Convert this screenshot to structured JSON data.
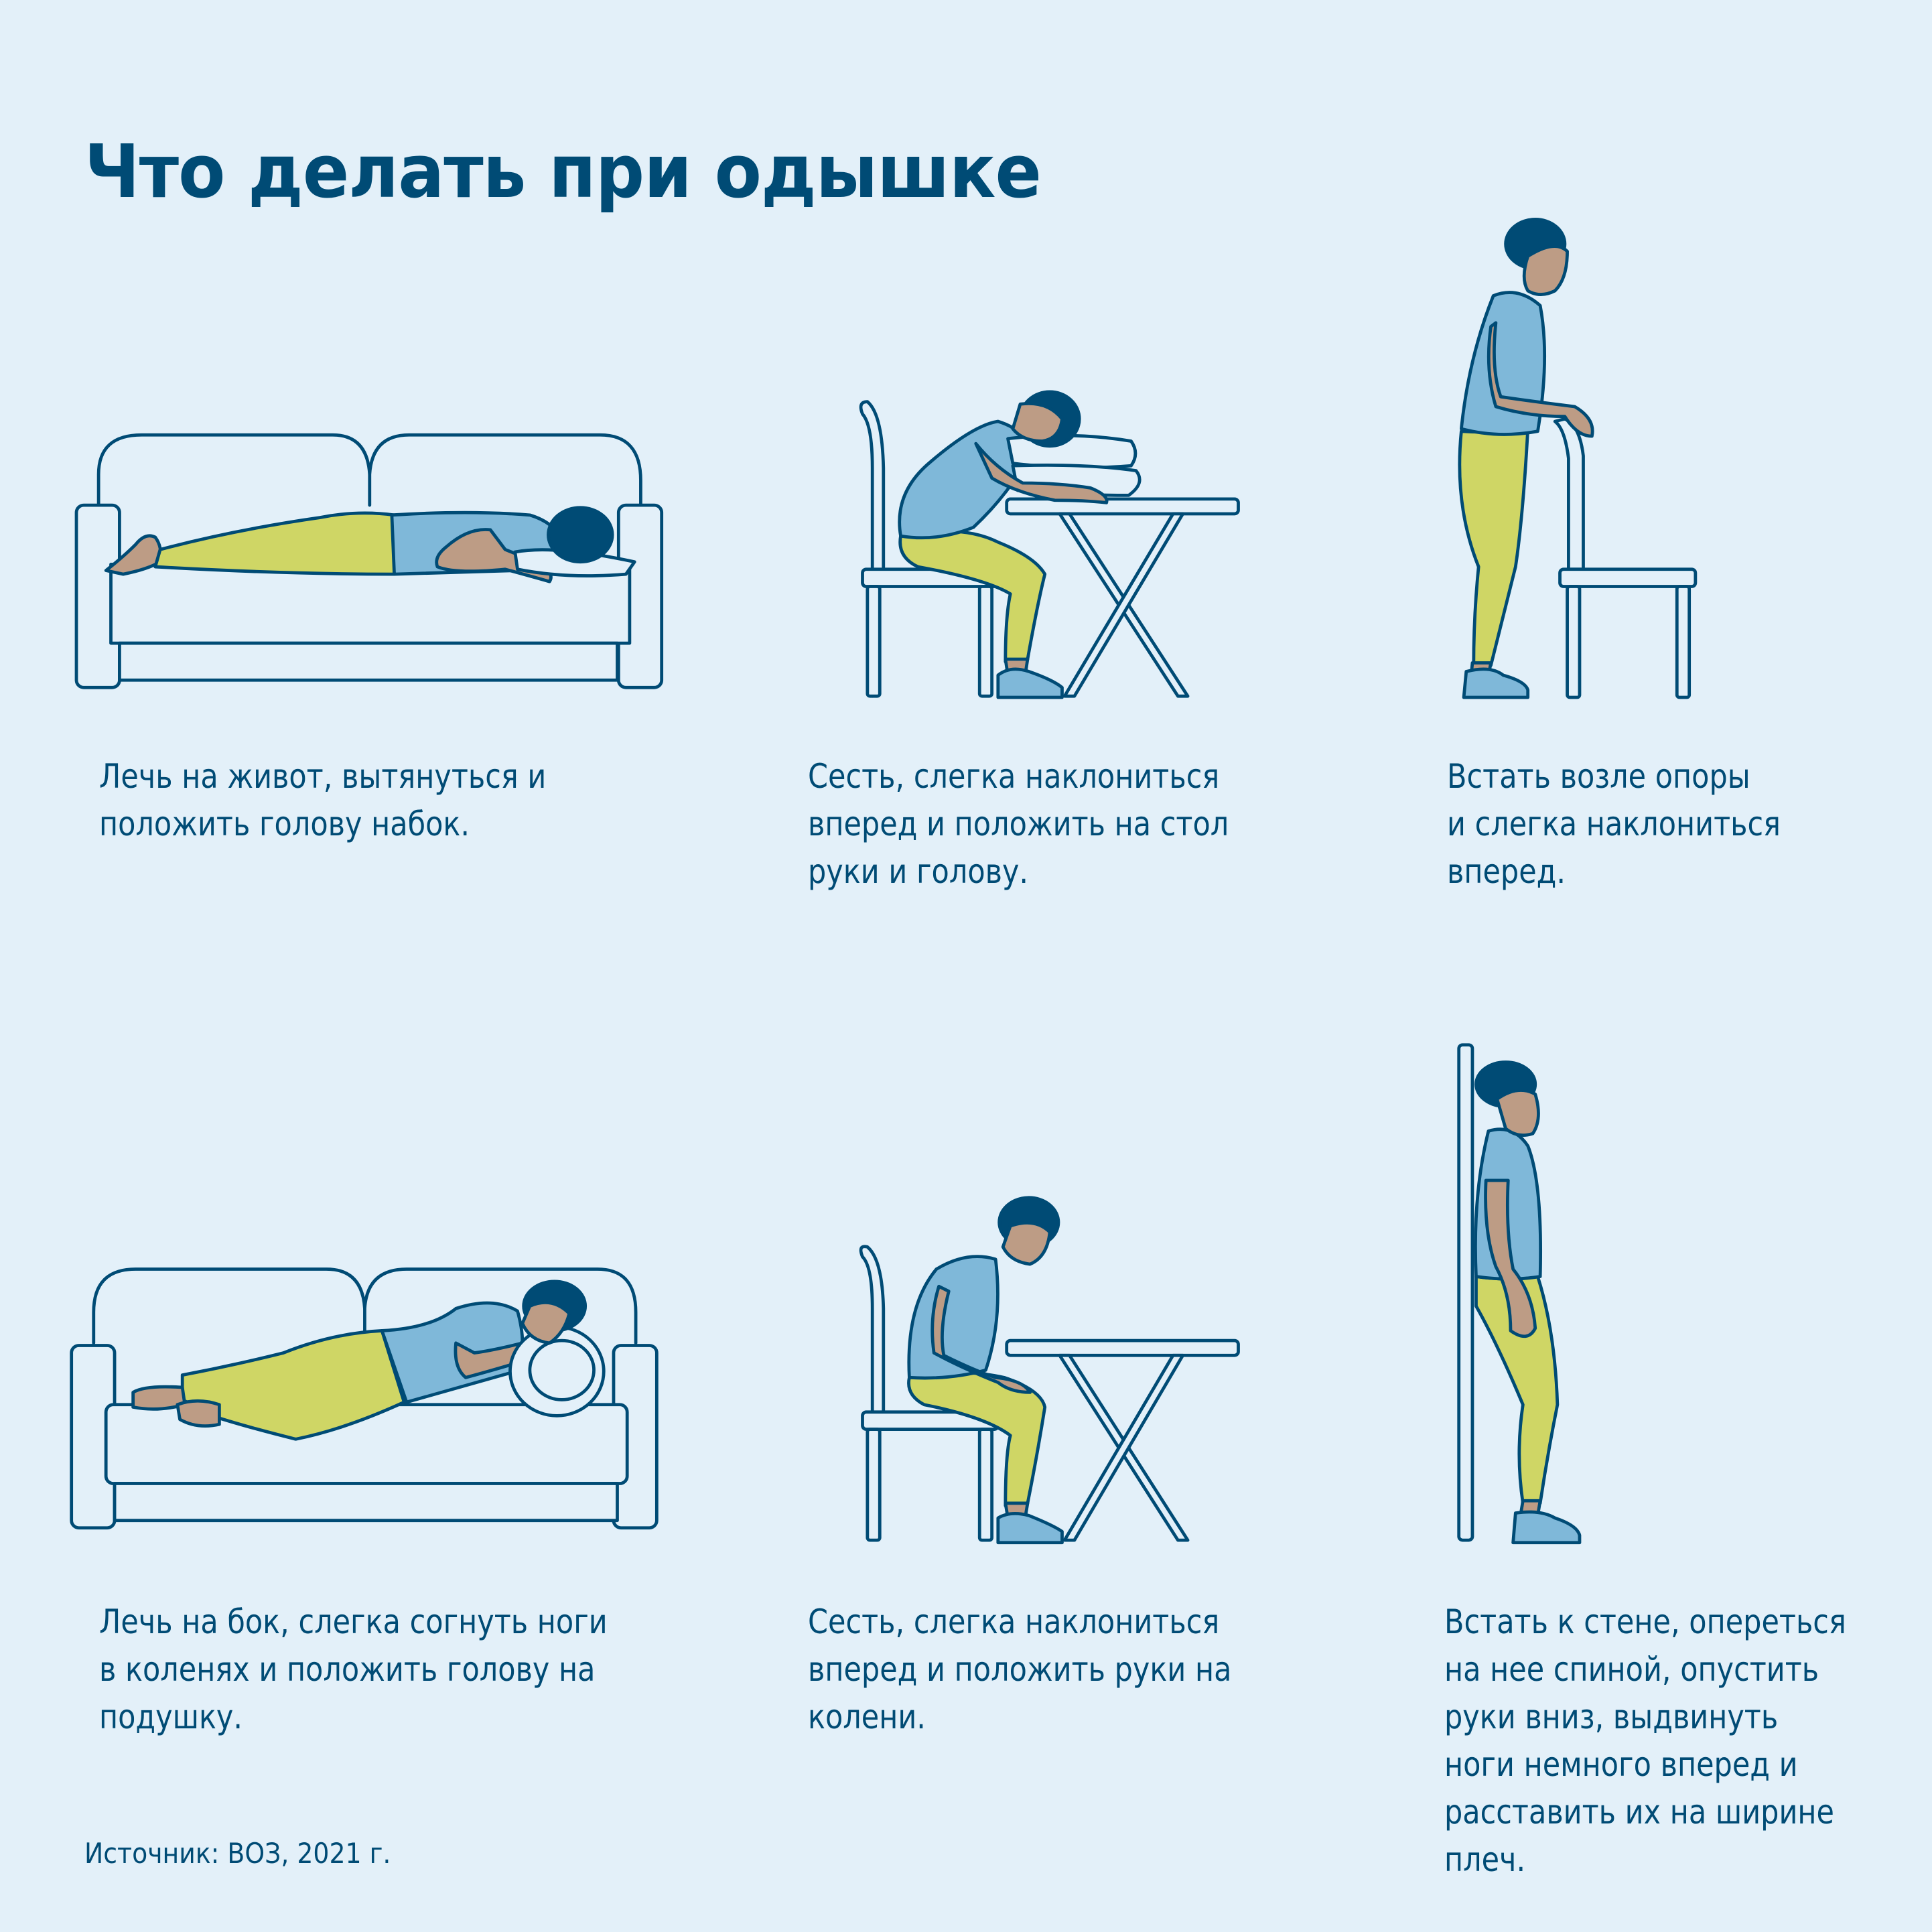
{
  "title": "Что делать при одышке",
  "colors": {
    "background": "#e3f0f9",
    "text": "#004b75",
    "outline": "#004b75",
    "furniture_fill": "#e3f0f9",
    "shirt": "#7fb8d9",
    "pants": "#cfd665",
    "skin": "#bd9c85",
    "hair": "#004b75",
    "shoe": "#7fb8d9"
  },
  "positions": [
    {
      "id": "lie-on-stomach",
      "illustration": "person-lying-on-stomach-on-sofa",
      "caption_lines": [
        "Лечь на живот, вытянуться и",
        "положить голову набок."
      ]
    },
    {
      "id": "sit-lean-on-table",
      "illustration": "person-sitting-resting-head-on-pillows-on-table",
      "caption_lines": [
        "Сесть, слегка наклониться",
        "вперед и положить на стол",
        "руки и голову."
      ]
    },
    {
      "id": "stand-near-support",
      "illustration": "person-standing-leaning-on-chair-back",
      "caption_lines": [
        "Встать возле опоры",
        "и слегка наклониться",
        "вперед."
      ]
    },
    {
      "id": "lie-on-side",
      "illustration": "person-lying-on-side-on-sofa-with-pillow",
      "caption_lines": [
        "Лечь на бок, слегка согнуть ноги",
        "в коленях и положить голову на",
        "подушку."
      ]
    },
    {
      "id": "sit-hands-on-knees",
      "illustration": "person-sitting-leaning-forward-hands-on-knees",
      "caption_lines": [
        "Сесть, слегка наклониться",
        "вперед и положить руки на",
        "колени."
      ]
    },
    {
      "id": "stand-against-wall",
      "illustration": "person-standing-back-against-wall",
      "caption_lines": [
        "Встать к стене, опереться",
        "на нее спиной, опустить",
        "руки вниз, выдвинуть",
        "ноги немного вперед и",
        "расставить их на ширине",
        "плеч."
      ]
    }
  ],
  "source": "Источник: ВОЗ, 2021 г."
}
